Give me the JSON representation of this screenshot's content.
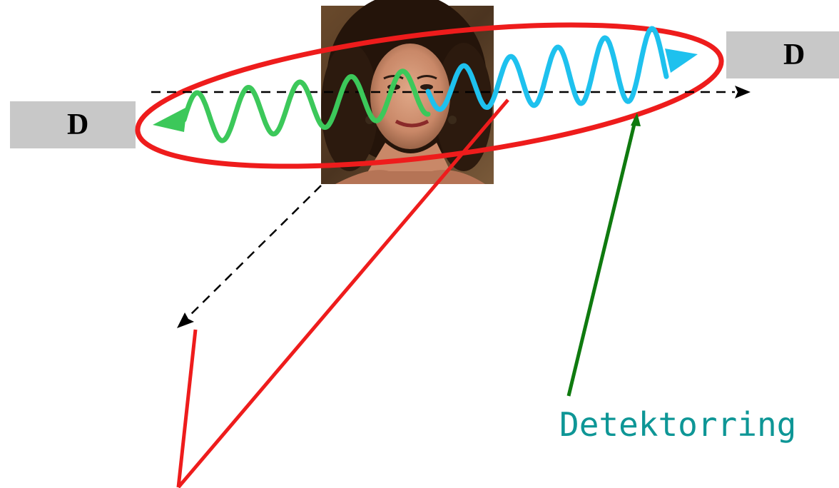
{
  "detectors": {
    "left_label": "D",
    "right_label": "D"
  },
  "labels": {
    "ring": "Detektorring"
  },
  "colors": {
    "ring_ellipse": "#ee1c1c",
    "wave_left": "#3cc85a",
    "wave_right": "#1ec1ee",
    "pointer_red": "#ee1c1c",
    "pointer_green": "#0f7a0f",
    "detector_fill": "#c8c8c8",
    "ring_text": "#0e9696",
    "axis_dashes": "#000000"
  },
  "icons": {
    "subject": "portrait-photo-icon"
  }
}
